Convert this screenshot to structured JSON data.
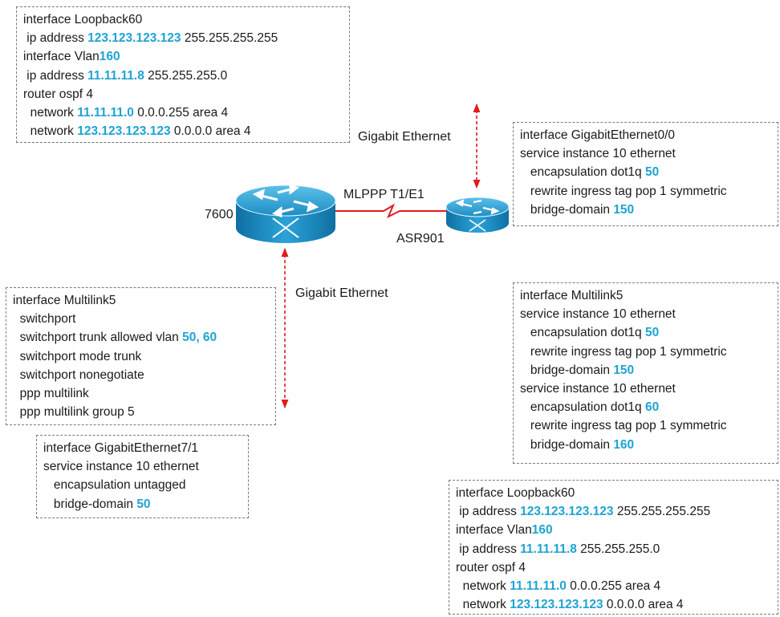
{
  "colors": {
    "highlight": "#1fa3d3",
    "router": "#1d8ec4",
    "link": "#e21b1b"
  },
  "icons": {
    "router": "router-icon"
  },
  "labels": {
    "router_7600": "7600",
    "router_asr901": "ASR901",
    "mlppp": "MLPPP T1/E1",
    "gige_top": "Gigabit Ethernet",
    "gige_mid": "Gigabit Ethernet"
  },
  "boxes": [
    {
      "id": "cfg-7600-loopback",
      "lines": [
        [
          {
            "t": "interface Loopback60"
          }
        ],
        [
          {
            "t": " ip address "
          },
          {
            "t": "123.123.123.123",
            "h": true
          },
          {
            "t": " 255.255.255.255"
          }
        ],
        [
          {
            "t": "interface Vlan"
          },
          {
            "t": "160",
            "h": true
          }
        ],
        [
          {
            "t": " ip address "
          },
          {
            "t": "11.11.11.8",
            "h": true
          },
          {
            "t": " 255.255.255.0"
          }
        ],
        [
          {
            "t": "router ospf 4"
          }
        ],
        [
          {
            "t": "  network "
          },
          {
            "t": "11.11.11.0",
            "h": true
          },
          {
            "t": " 0.0.0.255 area 4"
          }
        ],
        [
          {
            "t": "  network "
          },
          {
            "t": "123.123.123.123",
            "h": true
          },
          {
            "t": " 0.0.0.0 area 4"
          }
        ]
      ]
    },
    {
      "id": "cfg-asr-gig00",
      "lines": [
        [
          {
            "t": "interface GigabitEthernet0/0"
          }
        ],
        [
          {
            "t": "service instance 10 ethernet"
          }
        ],
        [
          {
            "t": "   encapsulation dot1q "
          },
          {
            "t": "50",
            "h": true
          }
        ],
        [
          {
            "t": "   rewrite ingress tag pop 1 symmetric"
          }
        ],
        [
          {
            "t": "   bridge-domain "
          },
          {
            "t": "150",
            "h": true
          }
        ]
      ]
    },
    {
      "id": "cfg-7600-multilink",
      "lines": [
        [
          {
            "t": "interface Multilink5"
          }
        ],
        [
          {
            "t": "  switchport"
          }
        ],
        [
          {
            "t": "  switchport trunk allowed vlan "
          },
          {
            "t": "50, 60",
            "h": true
          }
        ],
        [
          {
            "t": "  switchport mode trunk"
          }
        ],
        [
          {
            "t": "  switchport nonegotiate"
          }
        ],
        [
          {
            "t": "  ppp multilink"
          }
        ],
        [
          {
            "t": "  ppp multilink group 5"
          }
        ]
      ]
    },
    {
      "id": "cfg-7600-gig71",
      "lines": [
        [
          {
            "t": "interface GigabitEthernet7/1"
          }
        ],
        [
          {
            "t": "service instance 10 ethernet"
          }
        ],
        [
          {
            "t": "   encapsulation untagged"
          }
        ],
        [
          {
            "t": "   bridge-domain "
          },
          {
            "t": "50",
            "h": true
          }
        ]
      ]
    },
    {
      "id": "cfg-asr-multilink",
      "lines": [
        [
          {
            "t": "interface Multilink5"
          }
        ],
        [
          {
            "t": "service instance 10 ethernet"
          }
        ],
        [
          {
            "t": "   encapsulation dot1q "
          },
          {
            "t": "50",
            "h": true
          }
        ],
        [
          {
            "t": "   rewrite ingress tag pop 1 symmetric"
          }
        ],
        [
          {
            "t": "   bridge-domain "
          },
          {
            "t": "150",
            "h": true
          }
        ],
        [
          {
            "t": "service instance 10 ethernet"
          }
        ],
        [
          {
            "t": "   encapsulation dot1q "
          },
          {
            "t": "60",
            "h": true
          }
        ],
        [
          {
            "t": "   rewrite ingress tag pop 1 symmetric"
          }
        ],
        [
          {
            "t": "   bridge-domain "
          },
          {
            "t": "160",
            "h": true
          }
        ]
      ]
    },
    {
      "id": "cfg-asr-loopback",
      "lines": [
        [
          {
            "t": "interface Loopback60"
          }
        ],
        [
          {
            "t": " ip address "
          },
          {
            "t": "123.123.123.123",
            "h": true
          },
          {
            "t": " 255.255.255.255"
          }
        ],
        [
          {
            "t": "interface Vlan"
          },
          {
            "t": "160",
            "h": true
          }
        ],
        [
          {
            "t": " ip address "
          },
          {
            "t": "11.11.11.8",
            "h": true
          },
          {
            "t": " 255.255.255.0"
          }
        ],
        [
          {
            "t": "router ospf 4"
          }
        ],
        [
          {
            "t": "  network "
          },
          {
            "t": "11.11.11.0",
            "h": true
          },
          {
            "t": " 0.0.0.255 area 4"
          }
        ],
        [
          {
            "t": "  network "
          },
          {
            "t": "123.123.123.123",
            "h": true
          },
          {
            "t": " 0.0.0.0 area 4"
          }
        ]
      ]
    }
  ]
}
